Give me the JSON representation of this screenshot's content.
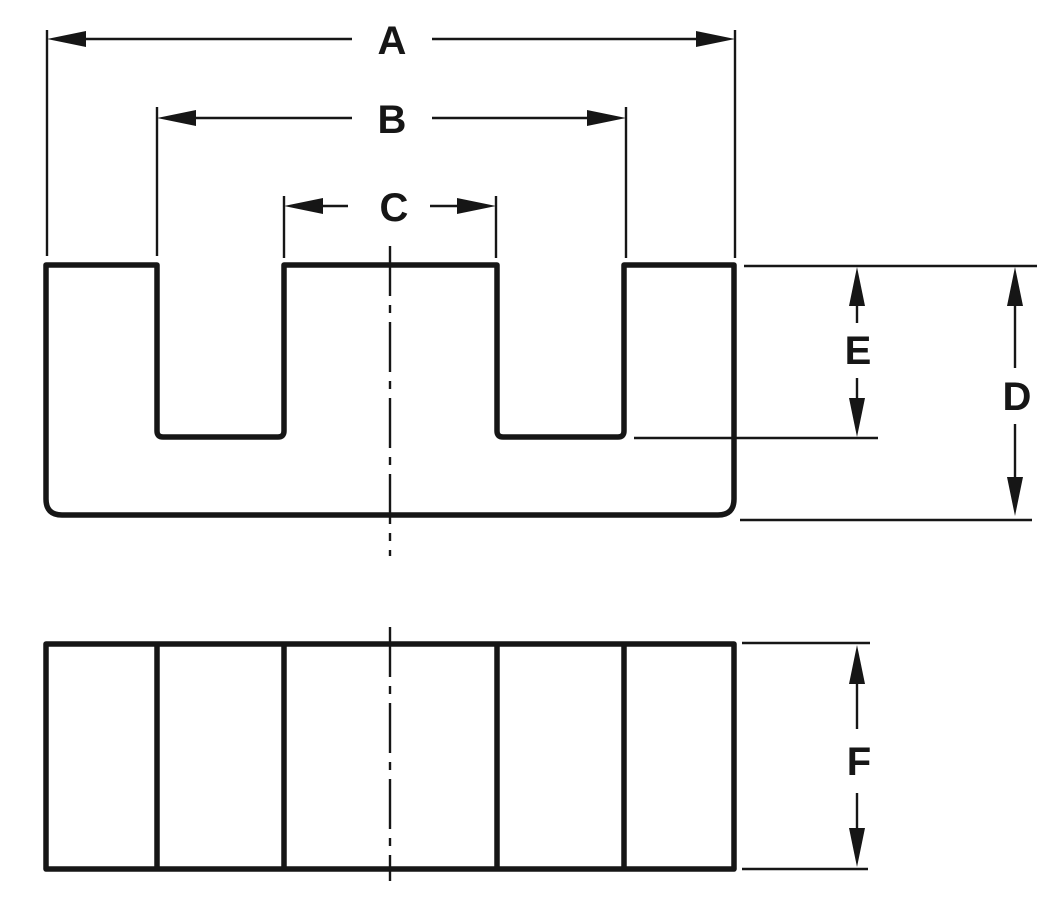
{
  "diagram": {
    "colors": {
      "ink": "#161616",
      "paper": "#ffffff"
    },
    "dimension_labels": {
      "a": "A",
      "b": "B",
      "c": "C",
      "d": "D",
      "e": "E",
      "f": "F"
    }
  }
}
